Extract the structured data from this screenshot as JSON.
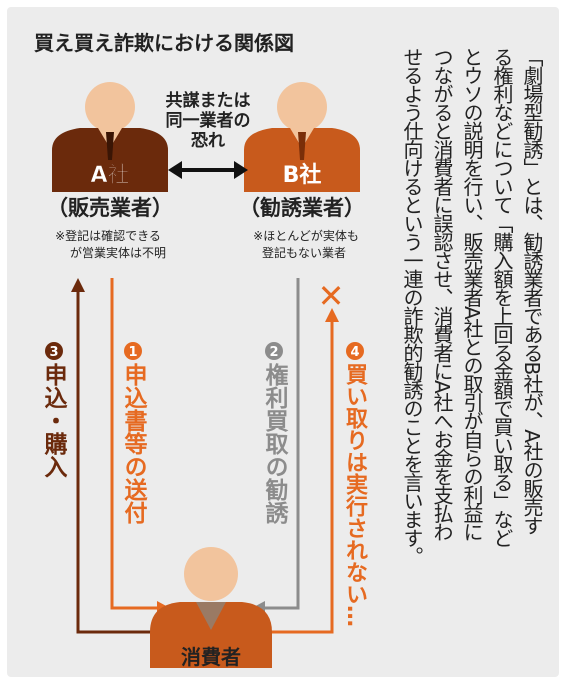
{
  "title": "買え買え詐欺における関係図",
  "collusion_note": [
    "共謀または",
    "同一業者の",
    "恐れ"
  ],
  "company_a": {
    "name": "A社",
    "role": "（販売業者）",
    "note": [
      "※登記は確認できる",
      "が営業実体は不明"
    ]
  },
  "company_b": {
    "name": "B社",
    "role": "（勧誘業者）",
    "note": [
      "※ほとんどが実体も",
      "登記もない業者"
    ]
  },
  "consumer": {
    "label": "消費者"
  },
  "steps": [
    {
      "num": "3",
      "text": "申込・購入",
      "color": "#6b2a0c"
    },
    {
      "num": "1",
      "text": "申込書等の送付",
      "color": "#e66a21"
    },
    {
      "num": "2",
      "text": "権利買取の勧誘",
      "color": "#8c8c8c"
    },
    {
      "num": "4",
      "text": "買い取りは実行されない…",
      "color": "#e66a21"
    }
  ],
  "not_executed_mark": "✕",
  "explanation": [
    "「劇場型勧誘」とは、勧誘業者であるB社が、A社の販売す",
    "る権利などについて「購入額を上回る金額で買い取る」など",
    "とウソの説明を行い、販売業者A社との取引が自らの利益に",
    "つながると消費者に誤認させ、消費者にA社へお金を支払わ",
    "せるよう仕向けるという一連の詐欺的勧誘のことを言います。"
  ],
  "colors": {
    "dark_brown": "#6b2a0c",
    "orange": "#e66a21",
    "gray": "#8c8c8c",
    "skin": "#f2c49d",
    "panel": "#ececec"
  }
}
